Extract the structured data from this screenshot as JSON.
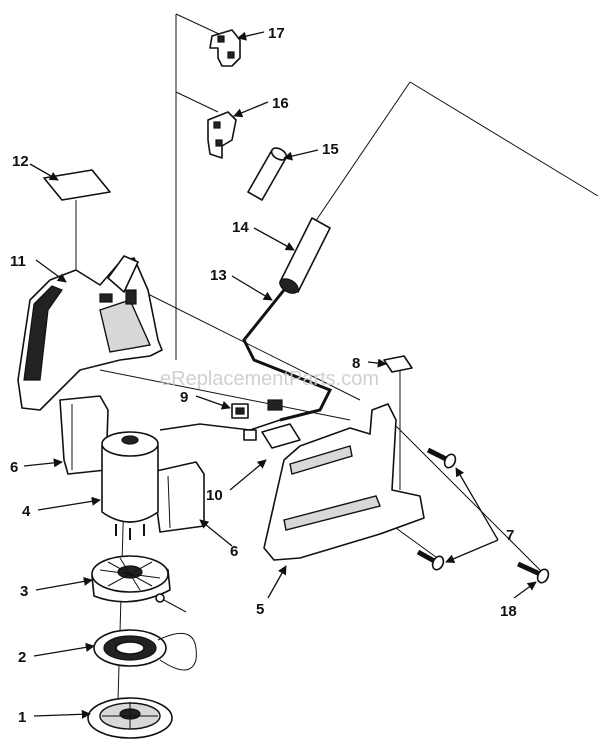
{
  "watermark": "eReplacementParts.com",
  "callouts": [
    "1",
    "2",
    "3",
    "4",
    "5",
    "6",
    "6",
    "7",
    "8",
    "9",
    "10",
    "11",
    "12",
    "13",
    "14",
    "15",
    "16",
    "17",
    "18"
  ]
}
